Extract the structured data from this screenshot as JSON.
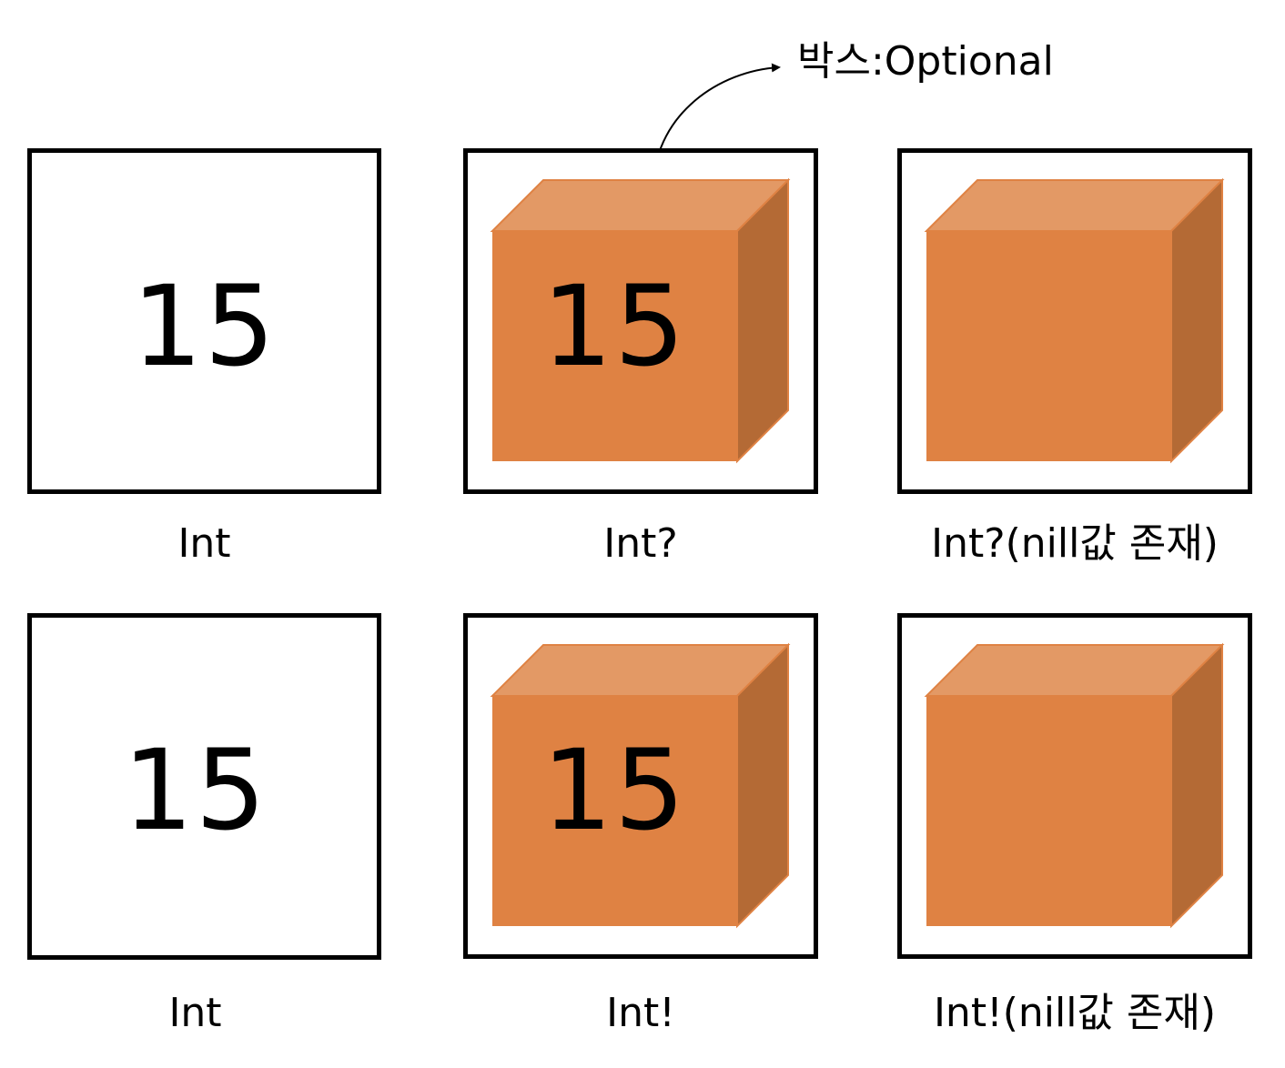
{
  "callout": {
    "label": "박스:Optional"
  },
  "colors": {
    "cube_front": "#df8243",
    "cube_top": "#e39965",
    "cube_side": "#b46a35",
    "frame": "#000000"
  },
  "cells": [
    {
      "value": "15",
      "caption": "Int",
      "boxed": false
    },
    {
      "value": "15",
      "caption": "Int?",
      "boxed": true
    },
    {
      "value": "",
      "caption": "Int?(nill값 존재)",
      "boxed": true
    },
    {
      "value": "15",
      "caption": "Int",
      "boxed": false
    },
    {
      "value": "15",
      "caption": "Int!",
      "boxed": true
    },
    {
      "value": "",
      "caption": "Int!(nill값 존재)",
      "boxed": true
    }
  ]
}
